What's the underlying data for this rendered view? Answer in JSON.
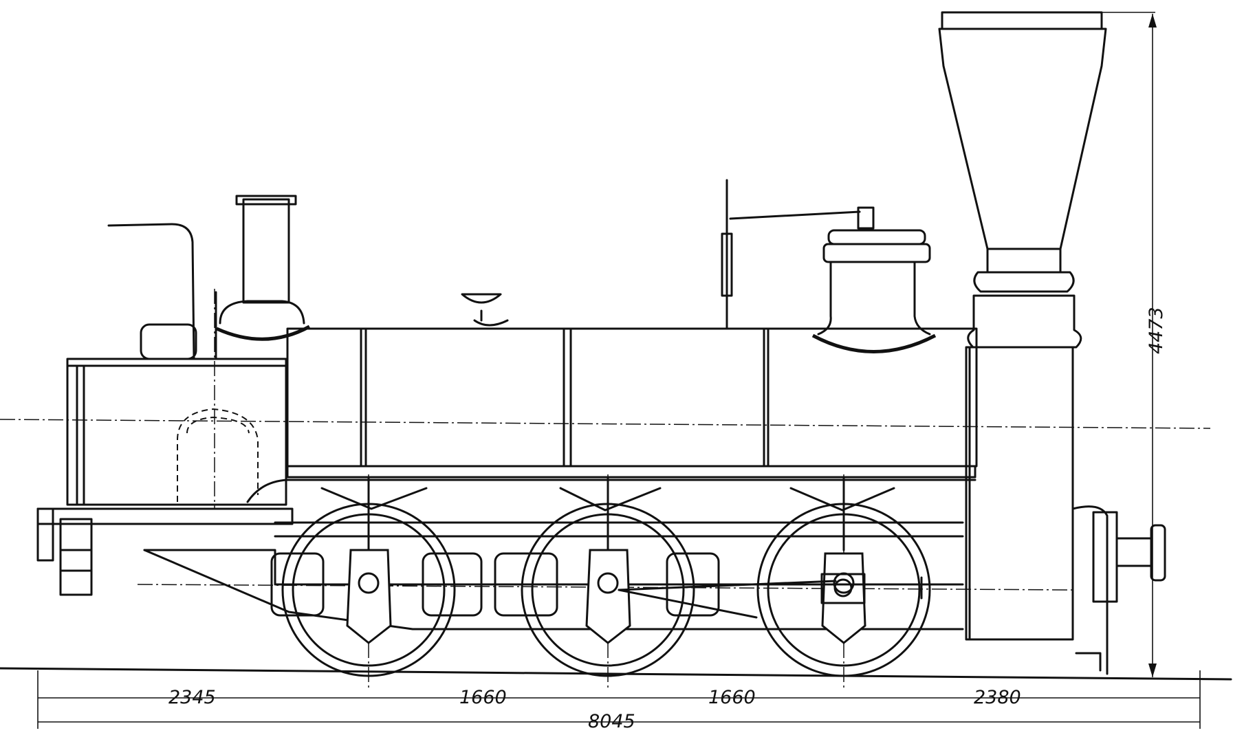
{
  "dimensions": {
    "overall_length": "8045",
    "front_overhang_left": "2345",
    "wheelbase_1": "1660",
    "wheelbase_2": "1660",
    "rear_overhang_right": "2380",
    "overall_height": "4473"
  }
}
